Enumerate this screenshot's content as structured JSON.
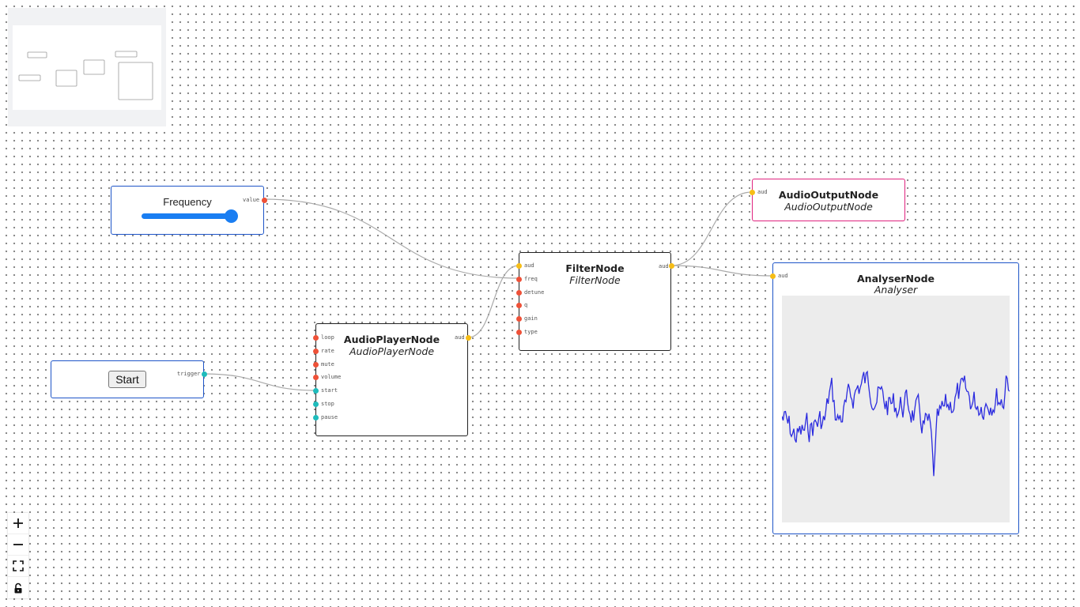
{
  "nodes": {
    "frequency": {
      "label": "Frequency",
      "output": "value",
      "slider_value": 1.0
    },
    "start": {
      "button_label": "Start",
      "output": "trigger"
    },
    "audio_player": {
      "title": "AudioPlayerNode",
      "subtitle": "AudioPlayerNode",
      "inputs": [
        "loop",
        "rate",
        "mute",
        "volume",
        "start",
        "stop",
        "pause"
      ],
      "output": "aud"
    },
    "filter": {
      "title": "FilterNode",
      "subtitle": "FilterNode",
      "inputs": [
        "aud",
        "freq",
        "detune",
        "q",
        "gain",
        "type"
      ],
      "output": "aud"
    },
    "audio_output": {
      "title": "AudioOutputNode",
      "subtitle": "AudioOutputNode",
      "input": "aud"
    },
    "analyser": {
      "title": "AnalyserNode",
      "subtitle": "Analyser",
      "input": "aud"
    }
  },
  "controls": [
    "zoom-in-icon",
    "zoom-out-icon",
    "fit-view-icon",
    "lock-icon"
  ],
  "colors": {
    "audio_port": "#f6bd16",
    "param_port": "#ee5138",
    "trigger_port": "#1fbcbc",
    "slider": "#1a7ef2",
    "node_blue": "#1e55c8",
    "node_pink": "#e0237f",
    "waveform": "#2b2bdf",
    "edge": "#aaaaaa"
  }
}
